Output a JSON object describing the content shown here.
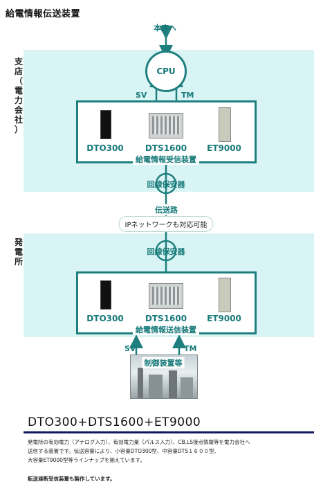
{
  "title": "給電情報伝送装置",
  "top_label": "本店へ",
  "branch_label": "支店（電力会社）",
  "plant_label": "発電所",
  "cpu_label": "CPU",
  "sv_label": "SV",
  "tm_label": "TM",
  "receiver_box_label": "給電情報受信装置",
  "sender_box_label": "給電情報送信装置",
  "protector_label": "回線保安器",
  "line_label": "伝送路",
  "ip_note": "IPネットワークも対応可能",
  "control_label": "制御装置等",
  "devices": [
    "DTO300",
    "DTS1600",
    "ET9000"
  ],
  "product_title": "DTO300+DTS1600+ET9000",
  "desc_lines": [
    "発電所の有効電力（アナログ入力）、有効電力量（パルス入力）、CB,LS接点情報等を電力会社へ",
    "送信する装置です。伝送容量により、小容量DTO300型、中容量DTS１６００型、",
    "大容量ET9000型等ラインナップを揃えています。"
  ],
  "note": "転送遮断受信装置も製作しています。"
}
